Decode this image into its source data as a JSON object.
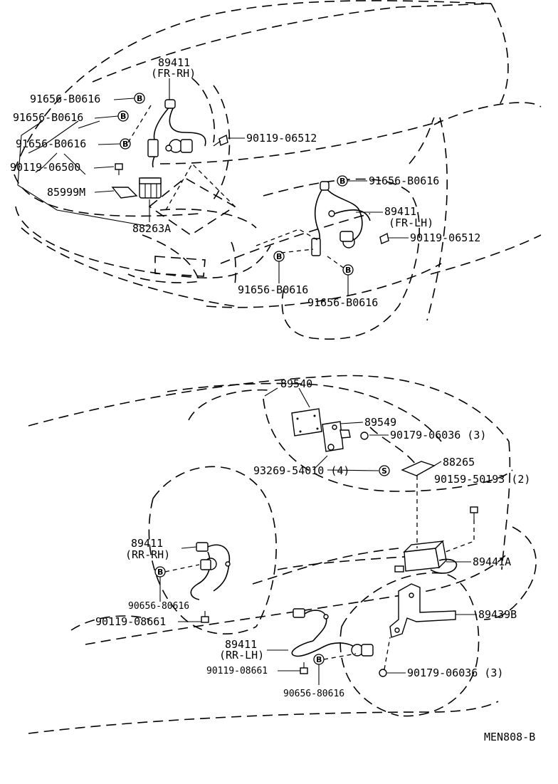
{
  "diagram": {
    "front": {
      "sensor_rh": {
        "part_no": "89411",
        "position": "(FR-RH)"
      },
      "sensor_lh": {
        "part_no": "89411",
        "position": "(FR-LH)"
      },
      "clips": [
        "91656-B0616",
        "91656-B0616",
        "91656-B0616",
        "91656-B0616",
        "91656-B0616",
        "91656-B0616"
      ],
      "bolts": [
        "90119-06512",
        "90119-06512",
        "90119-06500"
      ],
      "bracket": "85999M",
      "relay": "88263A"
    },
    "rear": {
      "computer": "89540",
      "bracket_a": "89549",
      "nut_a": "90179-06036 (3)",
      "cover": "88265",
      "screw": "93269-54010 (4)",
      "bolt_a": "90159-50193 (2)",
      "actuator": "89441A",
      "actuator_bracket": "89439B",
      "nut_b": "90179-06036 (3)",
      "sensor_rr_rh": {
        "part_no": "89411",
        "position": "(RR-RH)"
      },
      "clip_rr_rh": "90656-80616",
      "bolt_rr_rh": "90119-08661",
      "sensor_rr_lh": {
        "part_no": "89411",
        "position": "(RR-LH)"
      },
      "bolt_rr_lh": "90119-08661",
      "clip_rr_lh": "90656-80616"
    },
    "marks": {
      "b": "B",
      "s": "S"
    },
    "code": "MEN808-B"
  }
}
